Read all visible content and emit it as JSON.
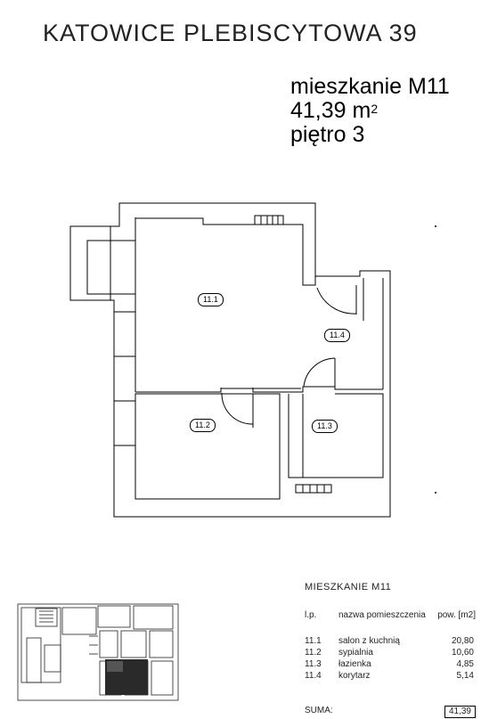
{
  "header": {
    "title": "KATOWICE  PLEBISCYTOWA 39"
  },
  "apartment": {
    "name": "mieszkanie M11",
    "area_value": "41,39 m",
    "area_unit_sup": "2",
    "floor": "piętro 3"
  },
  "rooms": [
    {
      "id": "11.1"
    },
    {
      "id": "11.2"
    },
    {
      "id": "11.3"
    },
    {
      "id": "11.4"
    }
  ],
  "legend": {
    "title": "MIESZKANIE  M11",
    "headers": {
      "lp": "l.p.",
      "name": "nazwa pomieszczenia",
      "area": "pow. [m2]"
    },
    "rows": [
      {
        "lp": "11.1",
        "name": "salon z kuchnią",
        "area": "20,80"
      },
      {
        "lp": "11.2",
        "name": "sypialnia",
        "area": "10,60"
      },
      {
        "lp": "11.3",
        "name": "łazienka",
        "area": "4,85"
      },
      {
        "lp": "11.4",
        "name": "korytarz",
        "area": "5,14"
      }
    ],
    "sum_label": "SUMA:",
    "sum_value": "41,39"
  },
  "colors": {
    "line": "#000000",
    "hatch": "#333333"
  }
}
